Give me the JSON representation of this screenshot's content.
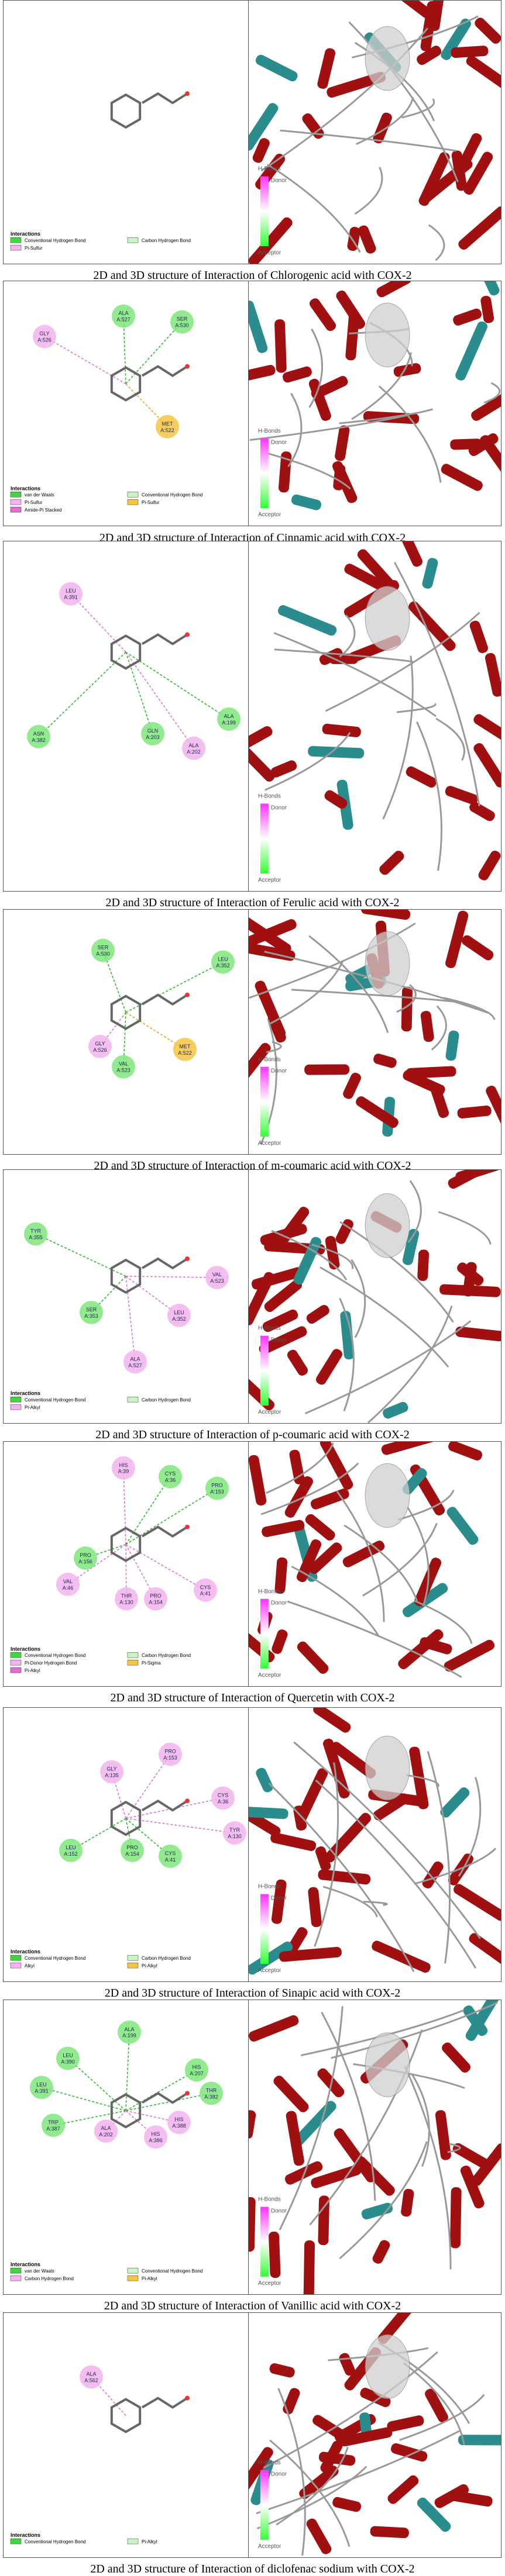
{
  "panels": [
    {
      "caption": "2D and 3D structure of Interaction of Chlorogenic acid with COX-2",
      "legend_title": "Interactions",
      "legend": [
        "Conventional Hydrogen Bond",
        "Carbon Hydrogen Bond",
        "Pi-Sulfur"
      ],
      "hbonds": {
        "title": "H-Bonds",
        "donor": "Donor",
        "acceptor": "Acceptor"
      }
    },
    {
      "caption": "2D and 3D structure of Interaction of Cinnamic acid with COX-2",
      "legend_title": "Interactions",
      "legend": [
        "van der Waals",
        "Conventional Hydrogen Bond",
        "Pi-Sulfur",
        "Pi-Sulfur",
        "Amide-Pi Stacked"
      ],
      "residues": [
        "ALA A:527",
        "SER A:530",
        "GLY A:526",
        "MET A:522"
      ],
      "hbonds": {
        "title": "H-Bonds",
        "donor": "Donor",
        "acceptor": "Acceptor"
      }
    },
    {
      "caption": "2D and 3D structure of Interaction of Ferulic acid with COX-2",
      "legend": [],
      "residues": [
        "LEU A:391",
        "ASN A:382",
        "GLN A:203",
        "ALA A:202",
        "ALA A:199"
      ],
      "hbonds": {
        "title": "H-Bonds",
        "donor": "Donor",
        "acceptor": "Acceptor"
      }
    },
    {
      "caption": "2D and 3D structure of Interaction of m-coumaric acid with COX-2",
      "legend": [],
      "residues": [
        "SER A:530",
        "LEU A:352",
        "GLY A:526",
        "VAL A:523",
        "MET A:522"
      ],
      "hbonds": {
        "title": "H-Bonds",
        "donor": "Donor",
        "acceptor": "Acceptor"
      }
    },
    {
      "caption": "2D and 3D structure of Interaction of p-coumaric acid with COX-2",
      "legend_title": "Interactions",
      "legend": [
        "Conventional Hydrogen Bond",
        "Carbon Hydrogen Bond",
        "Pi-Alkyl"
      ],
      "residues": [
        "TYR A:355",
        "VAL A:523",
        "SER A:353",
        "LEU A:352",
        "ALA A:527"
      ],
      "hbonds": {
        "title": "H-Bonds",
        "donor": "Donor",
        "acceptor": "Acceptor"
      }
    },
    {
      "caption": "2D and 3D structure of Interaction of Quercetin with COX-2",
      "legend_title": "Interactions",
      "legend": [
        "Conventional Hydrogen Bond",
        "Carbon Hydrogen Bond",
        "Pi-Donor Hydrogen Bond",
        "Pi-Sigma",
        "Pi-Alkyl"
      ],
      "residues": [
        "HIS A:39",
        "CYS A:36",
        "PRO A:153",
        "PRO A:156",
        "PRO A:154",
        "CYS A:41",
        "THR A:130",
        "VAL A:46"
      ],
      "hbonds": {
        "title": "H-Bonds",
        "donor": "Donor",
        "acceptor": "Acceptor"
      }
    },
    {
      "caption": "2D and 3D structure of Interaction of Sinapic acid with COX-2",
      "legend_title": "Interactions",
      "legend": [
        "Conventional Hydrogen Bond",
        "Carbon Hydrogen Bond",
        "Alkyl",
        "Pi-Alkyl"
      ],
      "residues": [
        "PRO A:153",
        "GLY A:135",
        "CYS A:36",
        "TYR A:130",
        "LEU A:152",
        "PRO A:154",
        "CYS A:41"
      ],
      "hbonds": {
        "title": "H-Bonds",
        "donor": "Donor",
        "acceptor": "Acceptor"
      }
    },
    {
      "caption": "2D and 3D structure of Interaction of Vanillic acid with COX-2",
      "legend_title": "Interactions",
      "legend": [
        "van der Waals",
        "Conventional Hydrogen Bond",
        "Carbon Hydrogen Bond",
        "Pi-Alkyl"
      ],
      "residues": [
        "ALA A:199",
        "LEU A:390",
        "HIS A:207",
        "THR A:382",
        "LEU A:391",
        "TRP A:387",
        "ALA A:202",
        "HIS A:388",
        "HIS A:386"
      ],
      "hbonds": {
        "title": "H-Bonds",
        "donor": "Donor",
        "acceptor": "Acceptor"
      }
    },
    {
      "caption": "2D and 3D structure of Interaction of diclofenac sodium with COX-2",
      "legend_title": "Interactions",
      "legend": [
        "Conventional Hydrogen Bond",
        "Pi-Alkyl"
      ],
      "residues": [
        "ALA A:562"
      ],
      "hbonds": {
        "title": "H-Bonds",
        "donor": "Donor",
        "acceptor": "Acceptor"
      }
    }
  ]
}
